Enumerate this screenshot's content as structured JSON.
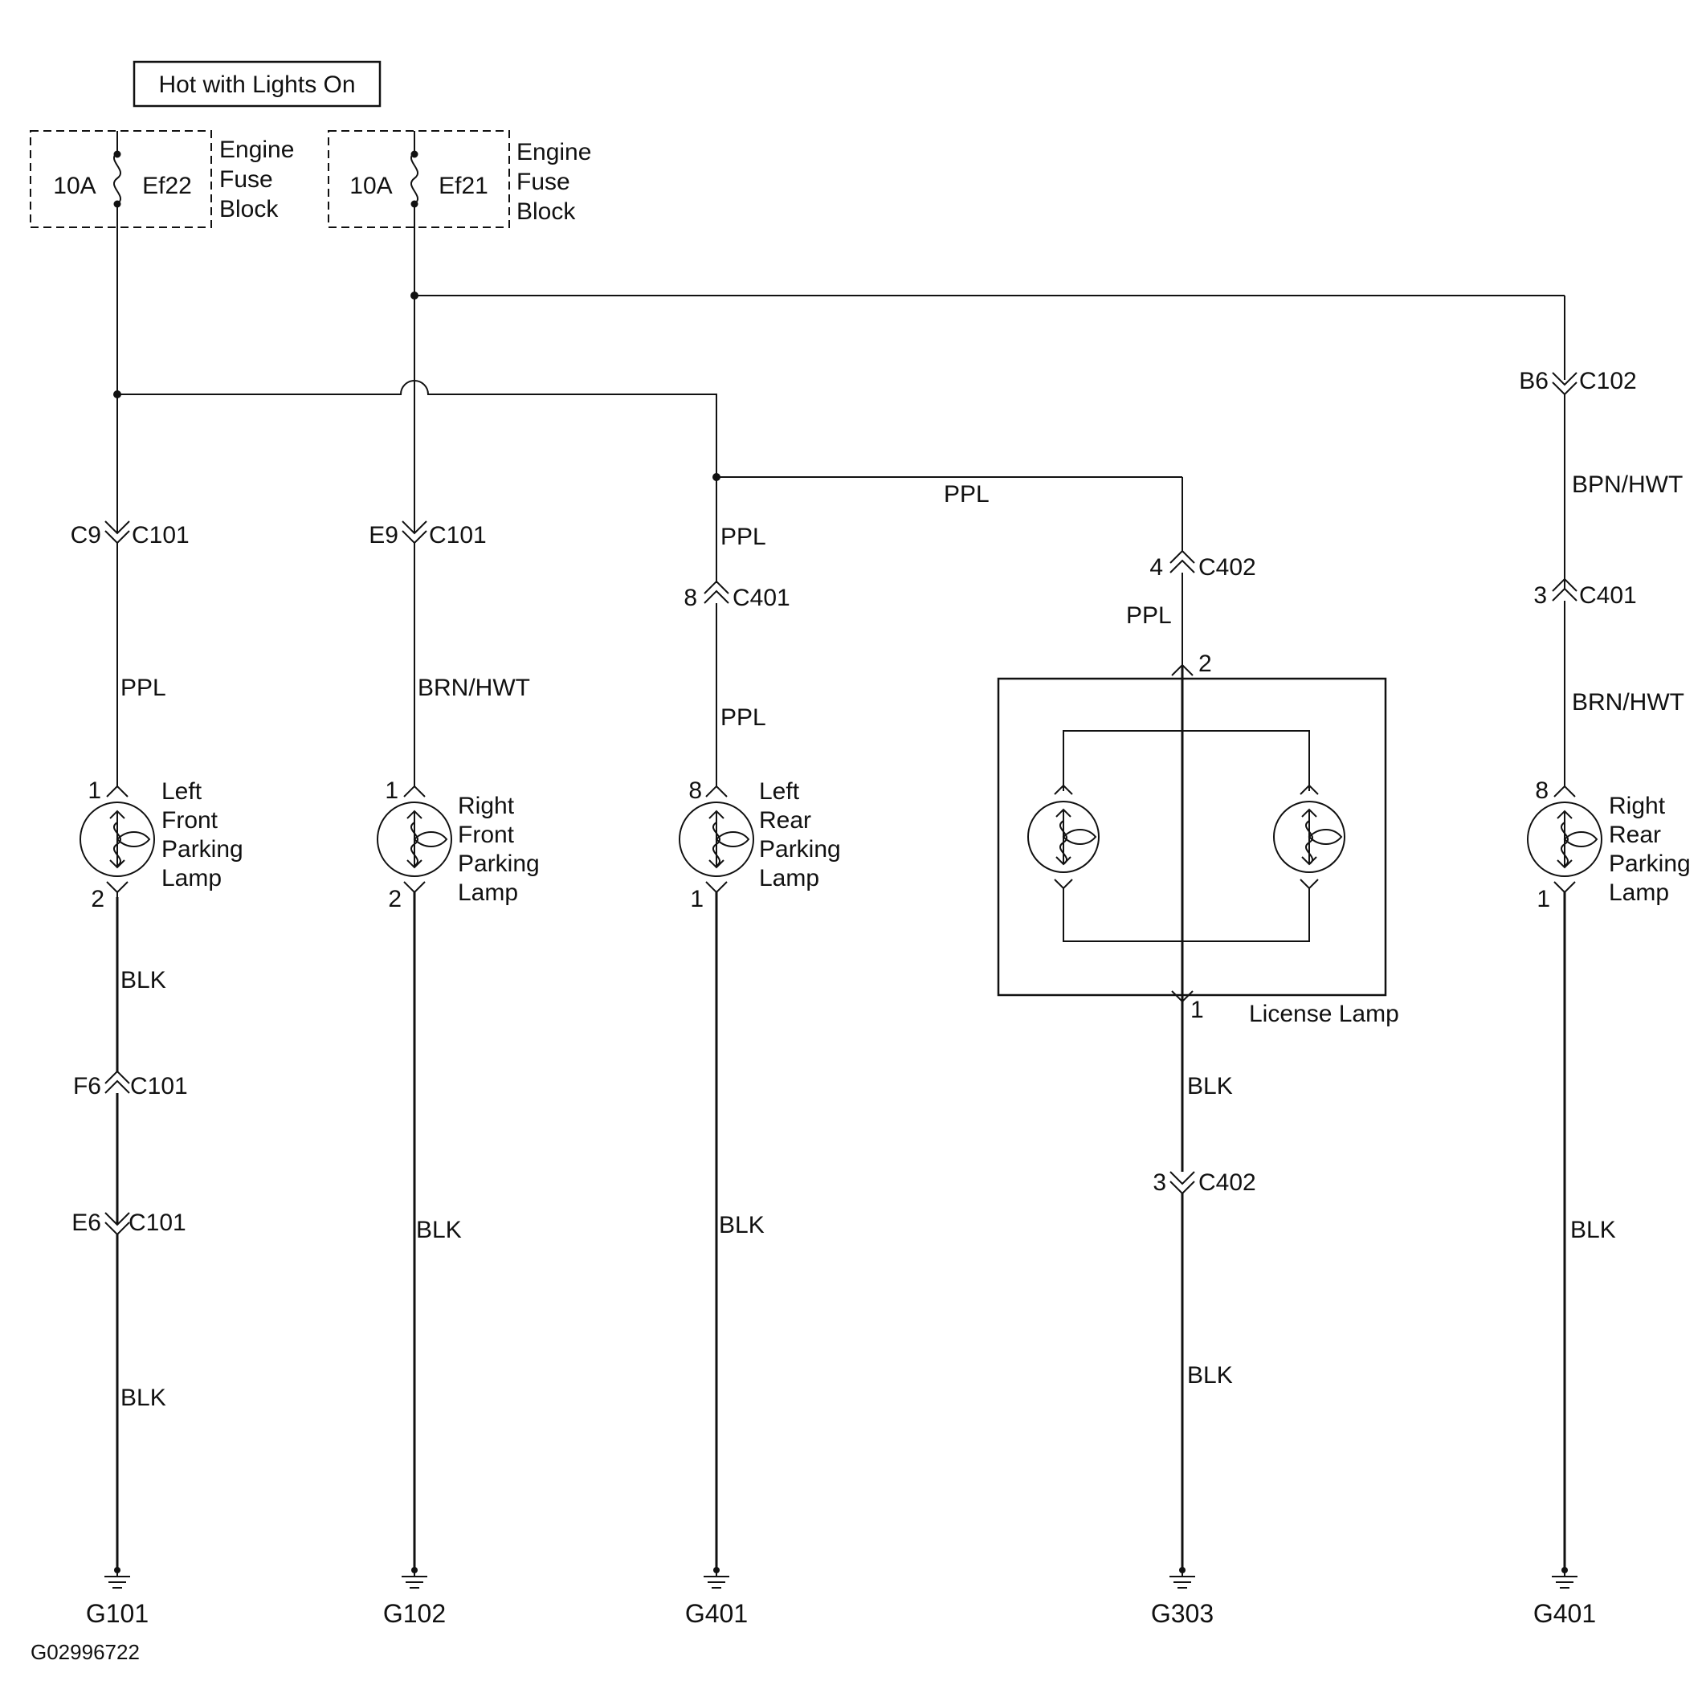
{
  "title": "Hot with Lights On",
  "fuses": [
    {
      "rating": "10A",
      "id": "Ef22",
      "block": [
        "Engine",
        "Fuse",
        "Block"
      ]
    },
    {
      "rating": "10A",
      "id": "Ef21",
      "block": [
        "Engine",
        "Fuse",
        "Block"
      ]
    }
  ],
  "connectors": {
    "c9": {
      "pin": "C9",
      "name": "C101"
    },
    "e9": {
      "pin": "E9",
      "name": "C101"
    },
    "b6": {
      "pin": "B6",
      "name": "C102"
    },
    "lr_c401": {
      "pin": "8",
      "name": "C401"
    },
    "ll_c402_top": {
      "pin": "4",
      "name": "C402"
    },
    "rr_c401": {
      "pin": "3",
      "name": "C401"
    },
    "f6": {
      "pin": "F6",
      "name": "C101"
    },
    "e6": {
      "pin": "E6",
      "name": "C101"
    },
    "ll_c402_bot": {
      "pin": "3",
      "name": "C402"
    }
  },
  "wires": {
    "lf_upper": "PPL",
    "rf_upper": "BRN/HWT",
    "lr_upper": "PPL",
    "lr_mid": "PPL",
    "ll_branch": "PPL",
    "ll_upper": "PPL",
    "rr_upper": "BPN/HWT",
    "rr_mid": "BRN/HWT",
    "lf_lower1": "BLK",
    "lf_lower2": "BLK",
    "rf_lower": "BLK",
    "lr_lower": "BLK",
    "ll_lower1": "BLK",
    "ll_lower2": "BLK",
    "rr_lower": "BLK"
  },
  "lamps": {
    "lf": {
      "label": [
        "Left",
        "Front",
        "Parking",
        "Lamp"
      ],
      "pin_top": "1",
      "pin_bottom": "2"
    },
    "rf": {
      "label": [
        "Right",
        "Front",
        "Parking",
        "Lamp"
      ],
      "pin_top": "1",
      "pin_bottom": "2"
    },
    "lr": {
      "label": [
        "Left",
        "Rear",
        "Parking",
        "Lamp"
      ],
      "pin_top": "8",
      "pin_bottom": "1"
    },
    "rr": {
      "label": [
        "Right",
        "Rear",
        "Parking",
        "Lamp"
      ],
      "pin_top": "8",
      "pin_bottom": "1"
    },
    "license": {
      "label": "License Lamp",
      "pin_top": "2",
      "pin_bottom": "1"
    }
  },
  "grounds": [
    "G101",
    "G102",
    "G401",
    "G303",
    "G401"
  ],
  "figure_id": "G02996722"
}
